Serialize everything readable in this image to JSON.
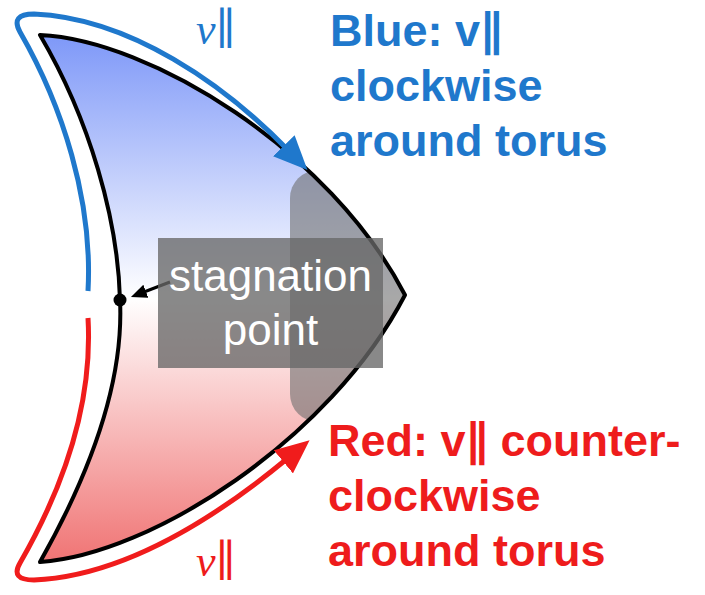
{
  "diagram": {
    "nodes": [
      {
        "text": [
          "stagnation point"
        ]
      }
    ],
    "labels": [
      "v∥",
      "Blue: v∥ clockwise around torus",
      "Red: v∥ counter-clockwise around torus",
      "v∥"
    ]
  }
}
